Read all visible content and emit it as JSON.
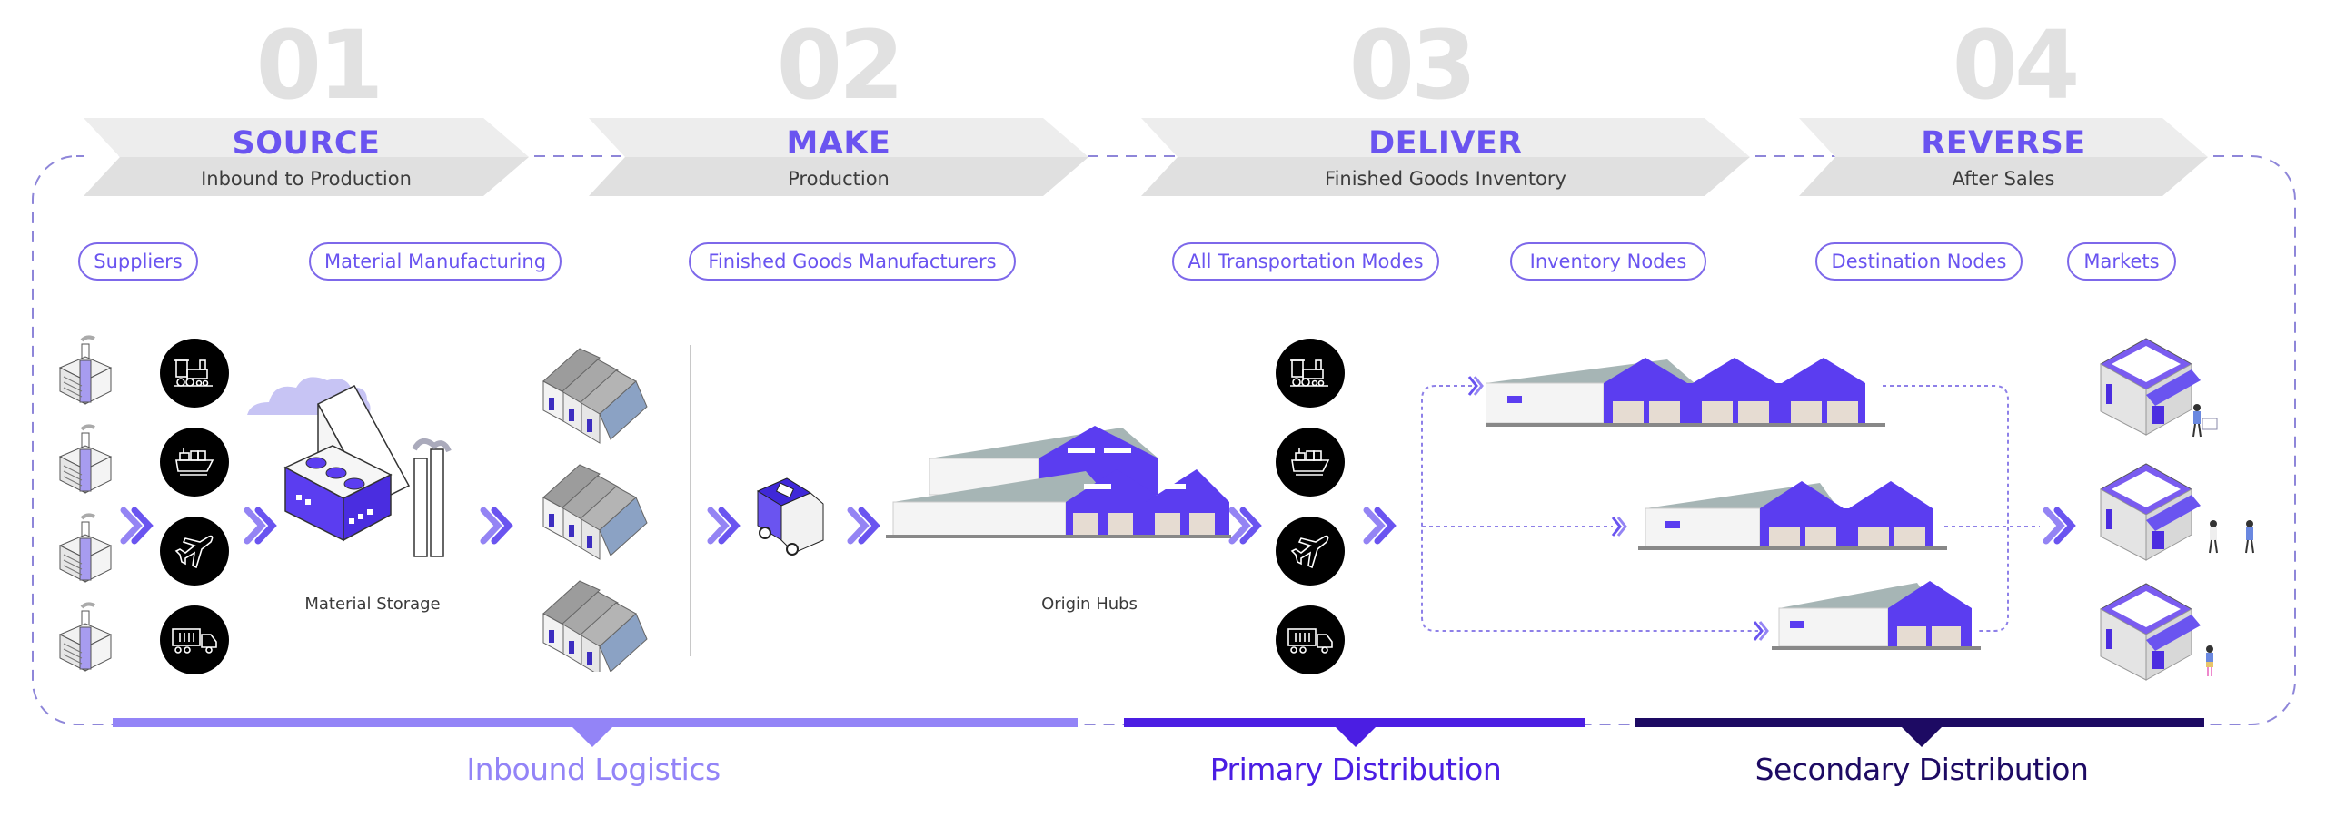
{
  "stages": [
    {
      "number": "01",
      "title": "SOURCE",
      "subtitle": "Inbound to Production"
    },
    {
      "number": "02",
      "title": "MAKE",
      "subtitle": "Production"
    },
    {
      "number": "03",
      "title": "DELIVER",
      "subtitle": "Finished Goods Inventory"
    },
    {
      "number": "04",
      "title": "REVERSE",
      "subtitle": "After Sales"
    }
  ],
  "nodes": [
    "Suppliers",
    "Material Manufacturing",
    "Finished Goods Manufacturers",
    "All Transportation Modes",
    "Inventory Nodes",
    "Destination Nodes",
    "Markets"
  ],
  "captions": {
    "material_storage": "Material Storage",
    "origin_hubs": "Origin Hubs"
  },
  "transport_modes": [
    "train-icon",
    "ship-icon",
    "airplane-icon",
    "truck-icon"
  ],
  "segments": [
    {
      "label": "Inbound Logistics",
      "color": "#9384f7"
    },
    {
      "label": "Primary Distribution",
      "color": "#4b1ee3"
    },
    {
      "label": "Secondary Distribution",
      "color": "#1d0a63"
    }
  ],
  "colors": {
    "accent": "#6a54f0",
    "banner_light": "#ededed",
    "banner_dark": "#e0e0e0",
    "number_gray": "#e1e1e1",
    "dashed_border": "#8e86d9"
  }
}
